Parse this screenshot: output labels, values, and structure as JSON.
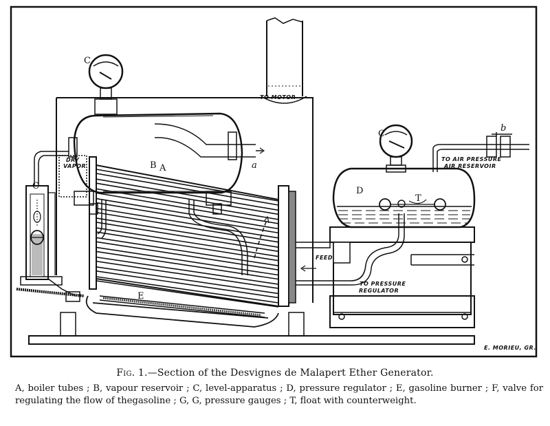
{
  "figure": {
    "labels": {
      "A": "A",
      "a": "a",
      "B": "B",
      "C_left": "C",
      "C_gauge_top": "C",
      "C_gauge_right": "C",
      "D": "D",
      "E": "E",
      "T": "T",
      "b": "b"
    },
    "annotations": {
      "to_motor": "TO MOTOR",
      "to_air_pressure_1": "TO AIR PRESSURE",
      "to_air_pressure_2": "AIR RESERVOIR",
      "dry": "DRY",
      "vapor": "VAPOR",
      "feed": "FEED",
      "to_pressure_1": "TO PRESSURE",
      "to_pressure_2": "REGULATOR",
      "signature": "E. MORIEU, GR."
    }
  },
  "caption": {
    "fig_prefix": "Fig. 1.",
    "title": "—Section of  the Desvignes de Malapert Ether Generator.",
    "legend": "A, boiler tubes ; B, vapour reservoir ; C, level-apparatus ; D, pressure regulator ; E, gasoline burner ; F, valve for regulating the flow of thegasoline ; G, G, pressure gauges ; T, float with counterweight."
  }
}
